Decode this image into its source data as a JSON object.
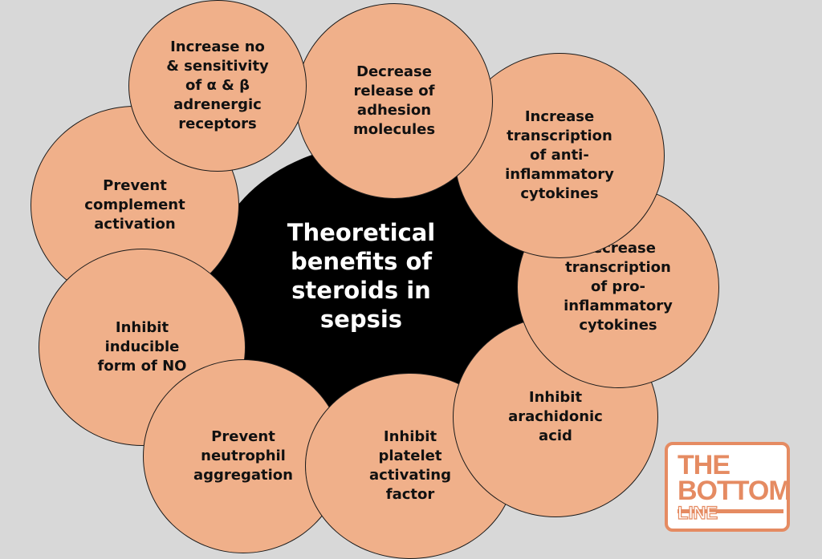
{
  "diagram": {
    "center_label": "Theoretical\nbenefits of\nsteroids in\nsepsis",
    "benefits": [
      "Increase no\n& sensitivity\nof α & β\nadrenergic\nreceptors",
      "Decrease\nrelease of\nadhesion\nmolecules",
      "Increase\ntranscription\nof anti-\ninflammatory\ncytokines",
      "Decrease\ntranscription\nof pro-\ninflammatory\ncytokines",
      "Inhibit\narachidonic\nacid",
      "Inhibit\nplatelet\nactivating\nfactor",
      "Prevent\nneutrophil\naggregation",
      "Inhibit\ninducible\nform of NO",
      "Prevent\ncomplement\nactivation"
    ]
  },
  "logo": {
    "line1": "THE",
    "line2": "BOTTOM",
    "line3": "LINE",
    "color": "#e58b62"
  }
}
